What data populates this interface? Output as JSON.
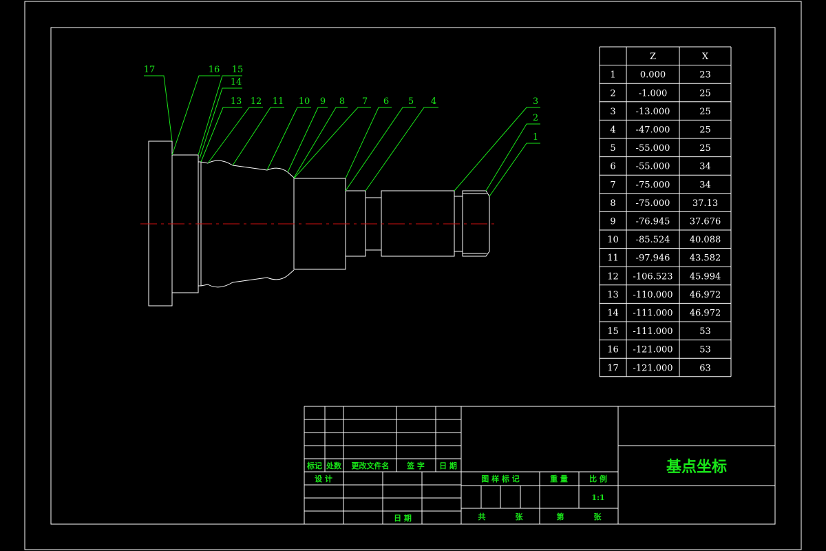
{
  "colors": {
    "background": "#000000",
    "lines": "#ffffff",
    "labels": "#19e619",
    "centerline": "#d01010"
  },
  "points_table": {
    "headers": [
      "Z",
      "X"
    ],
    "rows": [
      {
        "id": "1",
        "z": "0.000",
        "x": "23"
      },
      {
        "id": "2",
        "z": "-1.000",
        "x": "25"
      },
      {
        "id": "3",
        "z": "-13.000",
        "x": "25"
      },
      {
        "id": "4",
        "z": "-47.000",
        "x": "25"
      },
      {
        "id": "5",
        "z": "-55.000",
        "x": "25"
      },
      {
        "id": "6",
        "z": "-55.000",
        "x": "34"
      },
      {
        "id": "7",
        "z": "-75.000",
        "x": "34"
      },
      {
        "id": "8",
        "z": "-75.000",
        "x": "37.13"
      },
      {
        "id": "9",
        "z": "-76.945",
        "x": "37.676"
      },
      {
        "id": "10",
        "z": "-85.524",
        "x": "40.088"
      },
      {
        "id": "11",
        "z": "-97.946",
        "x": "43.582"
      },
      {
        "id": "12",
        "z": "-106.523",
        "x": "45.994"
      },
      {
        "id": "13",
        "z": "-110.000",
        "x": "46.972"
      },
      {
        "id": "14",
        "z": "-111.000",
        "x": "46.972"
      },
      {
        "id": "15",
        "z": "-111.000",
        "x": "53"
      },
      {
        "id": "16",
        "z": "-121.000",
        "x": "53"
      },
      {
        "id": "17",
        "z": "-121.000",
        "x": "63"
      }
    ]
  },
  "leaders": [
    "17",
    "16",
    "15",
    "14",
    "13",
    "12",
    "11",
    "10",
    "9",
    "8",
    "7",
    "6",
    "5",
    "4",
    "3",
    "2",
    "1"
  ],
  "title_block": {
    "drawing_title": "基点坐标",
    "mark_label": "标记",
    "count_label": "处数",
    "change_doc_label": "更改文件名",
    "signature_label": "签 字",
    "date_label": "日 期",
    "design_label": "设 计",
    "date_label_2": "日 期",
    "stage_mark_label": "图 样 标 记",
    "weight_label": "重 量",
    "scale_label": "比 例",
    "scale_value": "1:1",
    "sheet_total_label": "共",
    "sheet_unit_label": "张",
    "sheet_no_label": "第",
    "sheet_unit_label_2": "张"
  }
}
